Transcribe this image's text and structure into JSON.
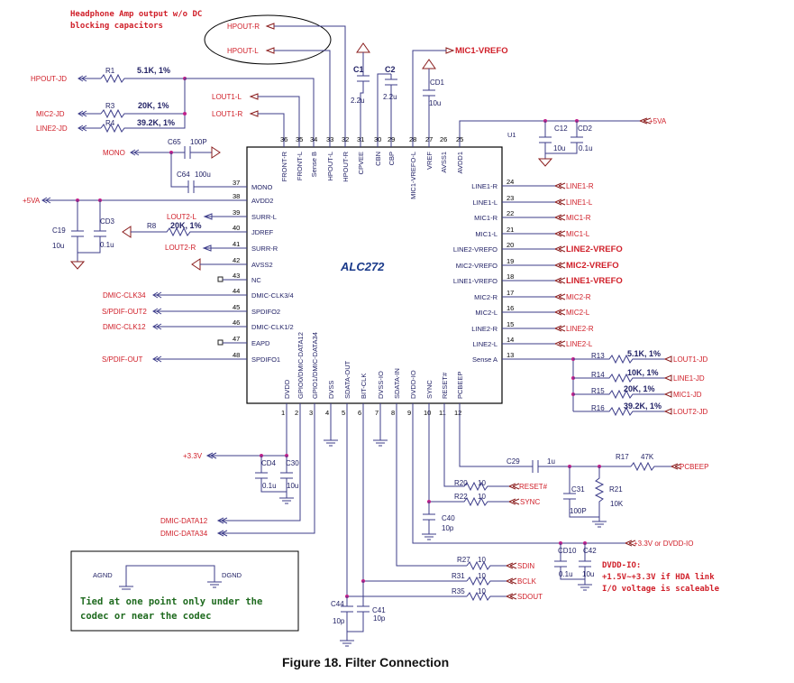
{
  "title": "Figure 18.   Filter Connection",
  "chip_name": "ALC272",
  "unit_label": "U1",
  "note_top": [
    "Headphone Amp output w/o DC",
    "blocking capacitors"
  ],
  "top_pins": [
    {
      "num": "36",
      "name": "FRONT-R"
    },
    {
      "num": "35",
      "name": "FRONT-L"
    },
    {
      "num": "34",
      "name": "Sense B"
    },
    {
      "num": "33",
      "name": "HPOUT-L"
    },
    {
      "num": "32",
      "name": "HPOUT-R"
    },
    {
      "num": "31",
      "name": "CPVEE"
    },
    {
      "num": "30",
      "name": "CBN"
    },
    {
      "num": "29",
      "name": "CBP"
    },
    {
      "num": "28",
      "name": "MIC1-VREFO-L"
    },
    {
      "num": "27",
      "name": "VREF"
    },
    {
      "num": "26",
      "name": "AVSS1"
    },
    {
      "num": "25",
      "name": "AVDD1"
    }
  ],
  "left_pins": [
    {
      "num": "37",
      "name": "MONO"
    },
    {
      "num": "38",
      "name": "AVDD2"
    },
    {
      "num": "39",
      "name": "SURR-L"
    },
    {
      "num": "40",
      "name": "JDREF"
    },
    {
      "num": "41",
      "name": "SURR-R"
    },
    {
      "num": "42",
      "name": "AVSS2"
    },
    {
      "num": "43",
      "name": "NC"
    },
    {
      "num": "44",
      "name": "DMIC-CLK3/4"
    },
    {
      "num": "45",
      "name": "SPDIFO2"
    },
    {
      "num": "46",
      "name": "DMIC-CLK1/2"
    },
    {
      "num": "47",
      "name": "EAPD"
    },
    {
      "num": "48",
      "name": "SPDIFO1"
    }
  ],
  "right_pins": [
    {
      "num": "24",
      "name": "LINE1-R"
    },
    {
      "num": "23",
      "name": "LINE1-L"
    },
    {
      "num": "22",
      "name": "MIC1-R"
    },
    {
      "num": "21",
      "name": "MIC1-L"
    },
    {
      "num": "20",
      "name": "LINE2-VREFO"
    },
    {
      "num": "19",
      "name": "MIC2-VREFO"
    },
    {
      "num": "18",
      "name": "LINE1-VREFO"
    },
    {
      "num": "17",
      "name": "MIC2-R"
    },
    {
      "num": "16",
      "name": "MIC2-L"
    },
    {
      "num": "15",
      "name": "LINE2-R"
    },
    {
      "num": "14",
      "name": "LINE2-L"
    },
    {
      "num": "13",
      "name": "Sense A"
    }
  ],
  "bottom_pins": [
    {
      "num": "1",
      "name": "DVDD"
    },
    {
      "num": "2",
      "name": "GPIO0/DMIC-DATA12"
    },
    {
      "num": "3",
      "name": "GPIO1/DMIC-DATA34"
    },
    {
      "num": "4",
      "name": "DVSS"
    },
    {
      "num": "5",
      "name": "SDATA-OUT"
    },
    {
      "num": "6",
      "name": "BIT-CLK"
    },
    {
      "num": "7",
      "name": "DVSS-IO"
    },
    {
      "num": "8",
      "name": "SDATA-IN"
    },
    {
      "num": "9",
      "name": "DVDD-IO"
    },
    {
      "num": "10",
      "name": "SYNC"
    },
    {
      "num": "11",
      "name": "RESET#"
    },
    {
      "num": "12",
      "name": "PCBEEP"
    }
  ],
  "right_nets": [
    "LINE1-R",
    "LINE1-L",
    "MIC1-R",
    "MIC1-L",
    "LINE2-VREFO",
    "MIC2-VREFO",
    "LINE1-VREFO",
    "MIC2-R",
    "MIC2-L",
    "LINE2-R",
    "LINE2-L"
  ],
  "left_nets": {
    "mono": "MONO",
    "vdd": "+5VA",
    "lout2l": "LOUT2-L",
    "lout2r": "LOUT2-R",
    "dclk34": "DMIC-CLK34",
    "spdif2": "S/PDIF-OUT2",
    "dclk12": "DMIC-CLK12",
    "spdif1": "S/PDIF-OUT"
  },
  "top_nets": {
    "hpout_r": "HPOUT-R",
    "hpout_l": "HPOUT-L",
    "lout1_l": "LOUT1-L",
    "lout1_r": "LOUT1-R",
    "hpout_jd": "HPOUT-JD",
    "mic2_jd": "MIC2-JD",
    "line2_jd": "LINE2-JD",
    "mic1_vrefo": "MIC1-VREFO",
    "vdd": "+5VA"
  },
  "parts": {
    "r1": "R1",
    "r1v": "5.1K, 1%",
    "r3": "R3",
    "r3v": "20K, 1%",
    "r4": "R4",
    "r4v": "39.2K, 1%",
    "r8": "R8",
    "r8v": "20K, 1%",
    "r13": "R13",
    "r13v": "5.1K, 1%",
    "r14": "R14",
    "r14v": "10K, 1%",
    "r15": "R15",
    "r15v": "20K, 1%",
    "r16": "R16",
    "r16v": "39.2K, 1%",
    "r17": "R17",
    "r17v": "47K",
    "r20": "R20",
    "r20v": "10",
    "r21": "R21",
    "r21v": "10K",
    "r22": "R22",
    "r22v": "10",
    "r27": "R27",
    "r27v": "10",
    "r31": "R31",
    "r31v": "10",
    "r35": "R35",
    "r35v": "10",
    "c1": "C1",
    "c1v": "2.2u",
    "c2": "C2",
    "c2v": "2.2u",
    "cd1": "CD1",
    "cd1v": "10u",
    "c12": "C12",
    "c12v": "10u",
    "cd2": "CD2",
    "cd2v": "0.1u",
    "c65": "C65",
    "c65v": "100P",
    "c64": "C64",
    "c64v": "100u",
    "c19": "C19",
    "c19v": "10u",
    "cd3": "CD3",
    "cd3v": "0.1u",
    "cd4": "CD4",
    "cd4v": "0.1u",
    "c30": "C30",
    "c30v": "10u",
    "c29": "C29",
    "c29v": "1u",
    "c31": "C31",
    "c31v": "100P",
    "c40": "C40",
    "c40v": "10p",
    "cd10": "CD10",
    "cd10v": "0.1u",
    "c42": "C42",
    "c42v": "10u",
    "c44": "C44",
    "c44v": "10p",
    "c41": "C41",
    "c41v": "10p"
  },
  "jd_nets": [
    "LOUT1-JD",
    "LINE1-JD",
    "MIC1-JD",
    "LOUT2-JD"
  ],
  "bottom_nets": {
    "v33": "+3.3V",
    "dmic12": "DMIC-DATA12",
    "dmic34": "DMIC-DATA34",
    "reset": "RESET#",
    "sync": "SYNC",
    "pcbeep": "PCBEEP",
    "dvddio": "+3.3V or DVDD-IO",
    "sdin": "SDIN",
    "bclk": "BCLK",
    "sdout": "SDOUT"
  },
  "dvdd_note": [
    "DVDD-IO:",
    "+1.5V~+3.3V if HDA link",
    "I/O voltage is scaleable"
  ],
  "ground_note": {
    "agnd": "AGND",
    "dgnd": "DGND",
    "text": [
      "Tied at one point only under the",
      "codec or near the codec"
    ]
  },
  "colors": {
    "net_label": "#d0202a",
    "wire": "#3d3d8a",
    "note_green": "#1e6a1e"
  }
}
